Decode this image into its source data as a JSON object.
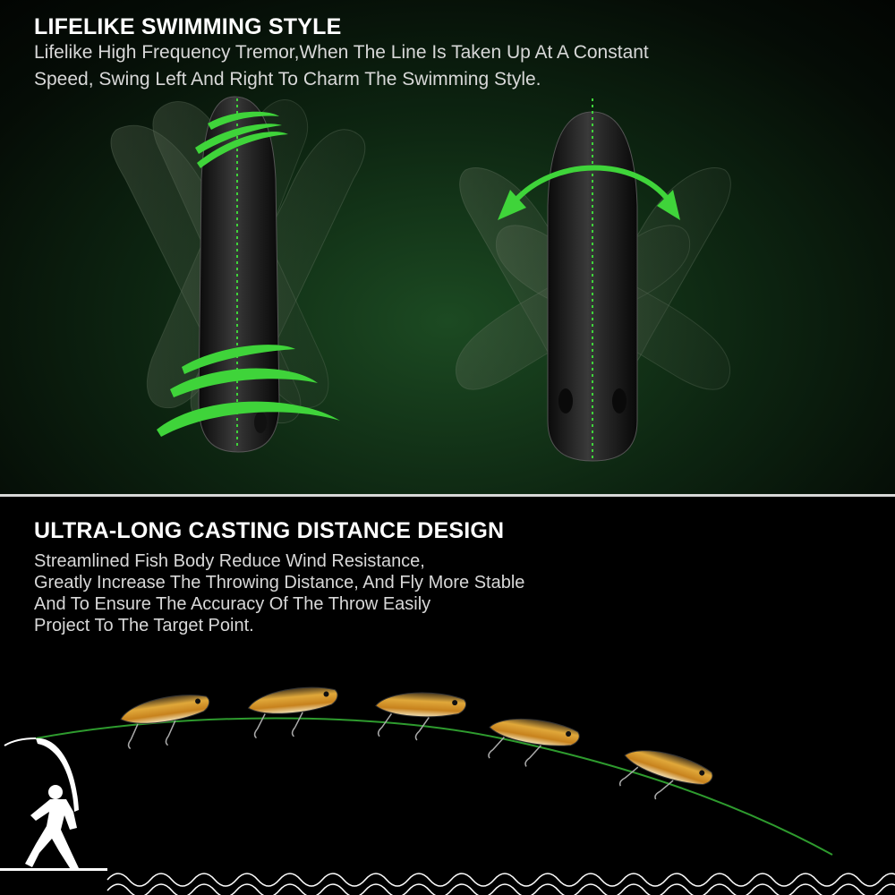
{
  "section_swim": {
    "title": "LIFELIKE SWIMMING STYLE",
    "lines": [
      "Lifelike High Frequency Tremor,When The Line Is Taken Up At A Constant",
      "Speed, Swing Left And Right To Charm The Swimming Style."
    ]
  },
  "section_cast": {
    "title": "ULTRA-LONG CASTING DISTANCE DESIGN",
    "lines": [
      "Streamlined Fish Body Reduce Wind Resistance,",
      "Greatly Increase The Throwing Distance, And Fly More Stable",
      "And To Ensure The Accuracy Of The Throw Easily",
      "Project To The Target Point."
    ]
  },
  "colors": {
    "accent_green": "#3fd43a",
    "line_green": "#2e9b2e",
    "lure_gold": "#d99a2b"
  },
  "icons": [
    "fisherman-silhouette-icon",
    "swing-arrow-icon",
    "wave-pattern-icon"
  ]
}
